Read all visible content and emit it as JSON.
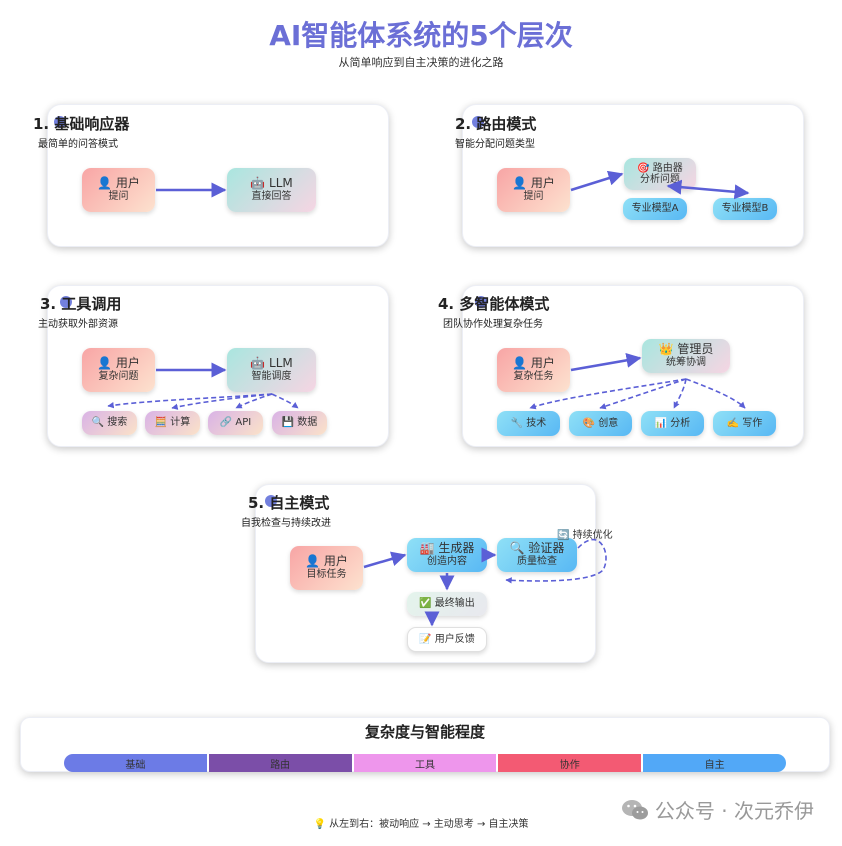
{
  "header": {
    "title": "AI智能体系统的5个层次",
    "subtitle": "从简单响应到自主决策的进化之路"
  },
  "levels": [
    {
      "title": "1. 基础响应器",
      "subtitle": "最简单的问答模式",
      "nodes": {
        "user": {
          "line1": "👤 用户",
          "line2": "提问"
        },
        "llm": {
          "line1": "🤖 LLM",
          "line2": "直接回答"
        }
      }
    },
    {
      "title": "2. 路由模式",
      "subtitle": "智能分配问题类型",
      "nodes": {
        "user": {
          "line1": "👤 用户",
          "line2": "提问"
        },
        "router": {
          "line1": "🎯 路由器",
          "line2": "分析问题"
        },
        "model_a": {
          "line1": "专业模型A"
        },
        "model_b": {
          "line1": "专业模型B"
        }
      }
    },
    {
      "title": "3. 工具调用",
      "subtitle": "主动获取外部资源",
      "nodes": {
        "user": {
          "line1": "👤 用户",
          "line2": "复杂问题"
        },
        "llm": {
          "line1": "🤖 LLM",
          "line2": "智能调度"
        },
        "search": {
          "line1": "🔍 搜索"
        },
        "calc": {
          "line1": "🧮 计算"
        },
        "api": {
          "line1": "🔗 API"
        },
        "data": {
          "line1": "💾 数据"
        }
      }
    },
    {
      "title": "4. 多智能体模式",
      "subtitle": "团队协作处理复杂任务",
      "nodes": {
        "user": {
          "line1": "👤 用户",
          "line2": "复杂任务"
        },
        "manager": {
          "line1": "👑 管理员",
          "line2": "统筹协调"
        },
        "tech": {
          "line1": "🔧 技术"
        },
        "creative": {
          "line1": "🎨 创意"
        },
        "analysis": {
          "line1": "📊 分析"
        },
        "writing": {
          "line1": "✍️ 写作"
        }
      }
    },
    {
      "title": "5. 自主模式",
      "subtitle": "自我检查与持续改进",
      "nodes": {
        "user": {
          "line1": "👤 用户",
          "line2": "目标任务"
        },
        "generator": {
          "line1": "🏭 生成器",
          "line2": "创造内容"
        },
        "verifier": {
          "line1": "🔍 验证器",
          "line2": "质量检查"
        },
        "output": {
          "line1": "✅ 最终输出"
        },
        "feedback": {
          "line1": "📝 用户反馈"
        }
      },
      "loop_label": "🔄 持续优化"
    }
  ],
  "complexity": {
    "title": "复杂度与智能程度",
    "segments": [
      {
        "label": "基础",
        "color": "#6c7be6"
      },
      {
        "label": "路由",
        "color": "#7b4ea8"
      },
      {
        "label": "工具",
        "color": "#ee96ec"
      },
      {
        "label": "协作",
        "color": "#f35a73"
      },
      {
        "label": "自主",
        "color": "#52a8f7"
      }
    ]
  },
  "footer": {
    "text": "💡 从左到右：被动响应 → 主动思考 → 自主决策"
  },
  "watermark": {
    "text": "公众号 · 次元乔伊"
  },
  "colors": {
    "arrow": "#5b5fd6",
    "title": "#6b6fd6"
  }
}
